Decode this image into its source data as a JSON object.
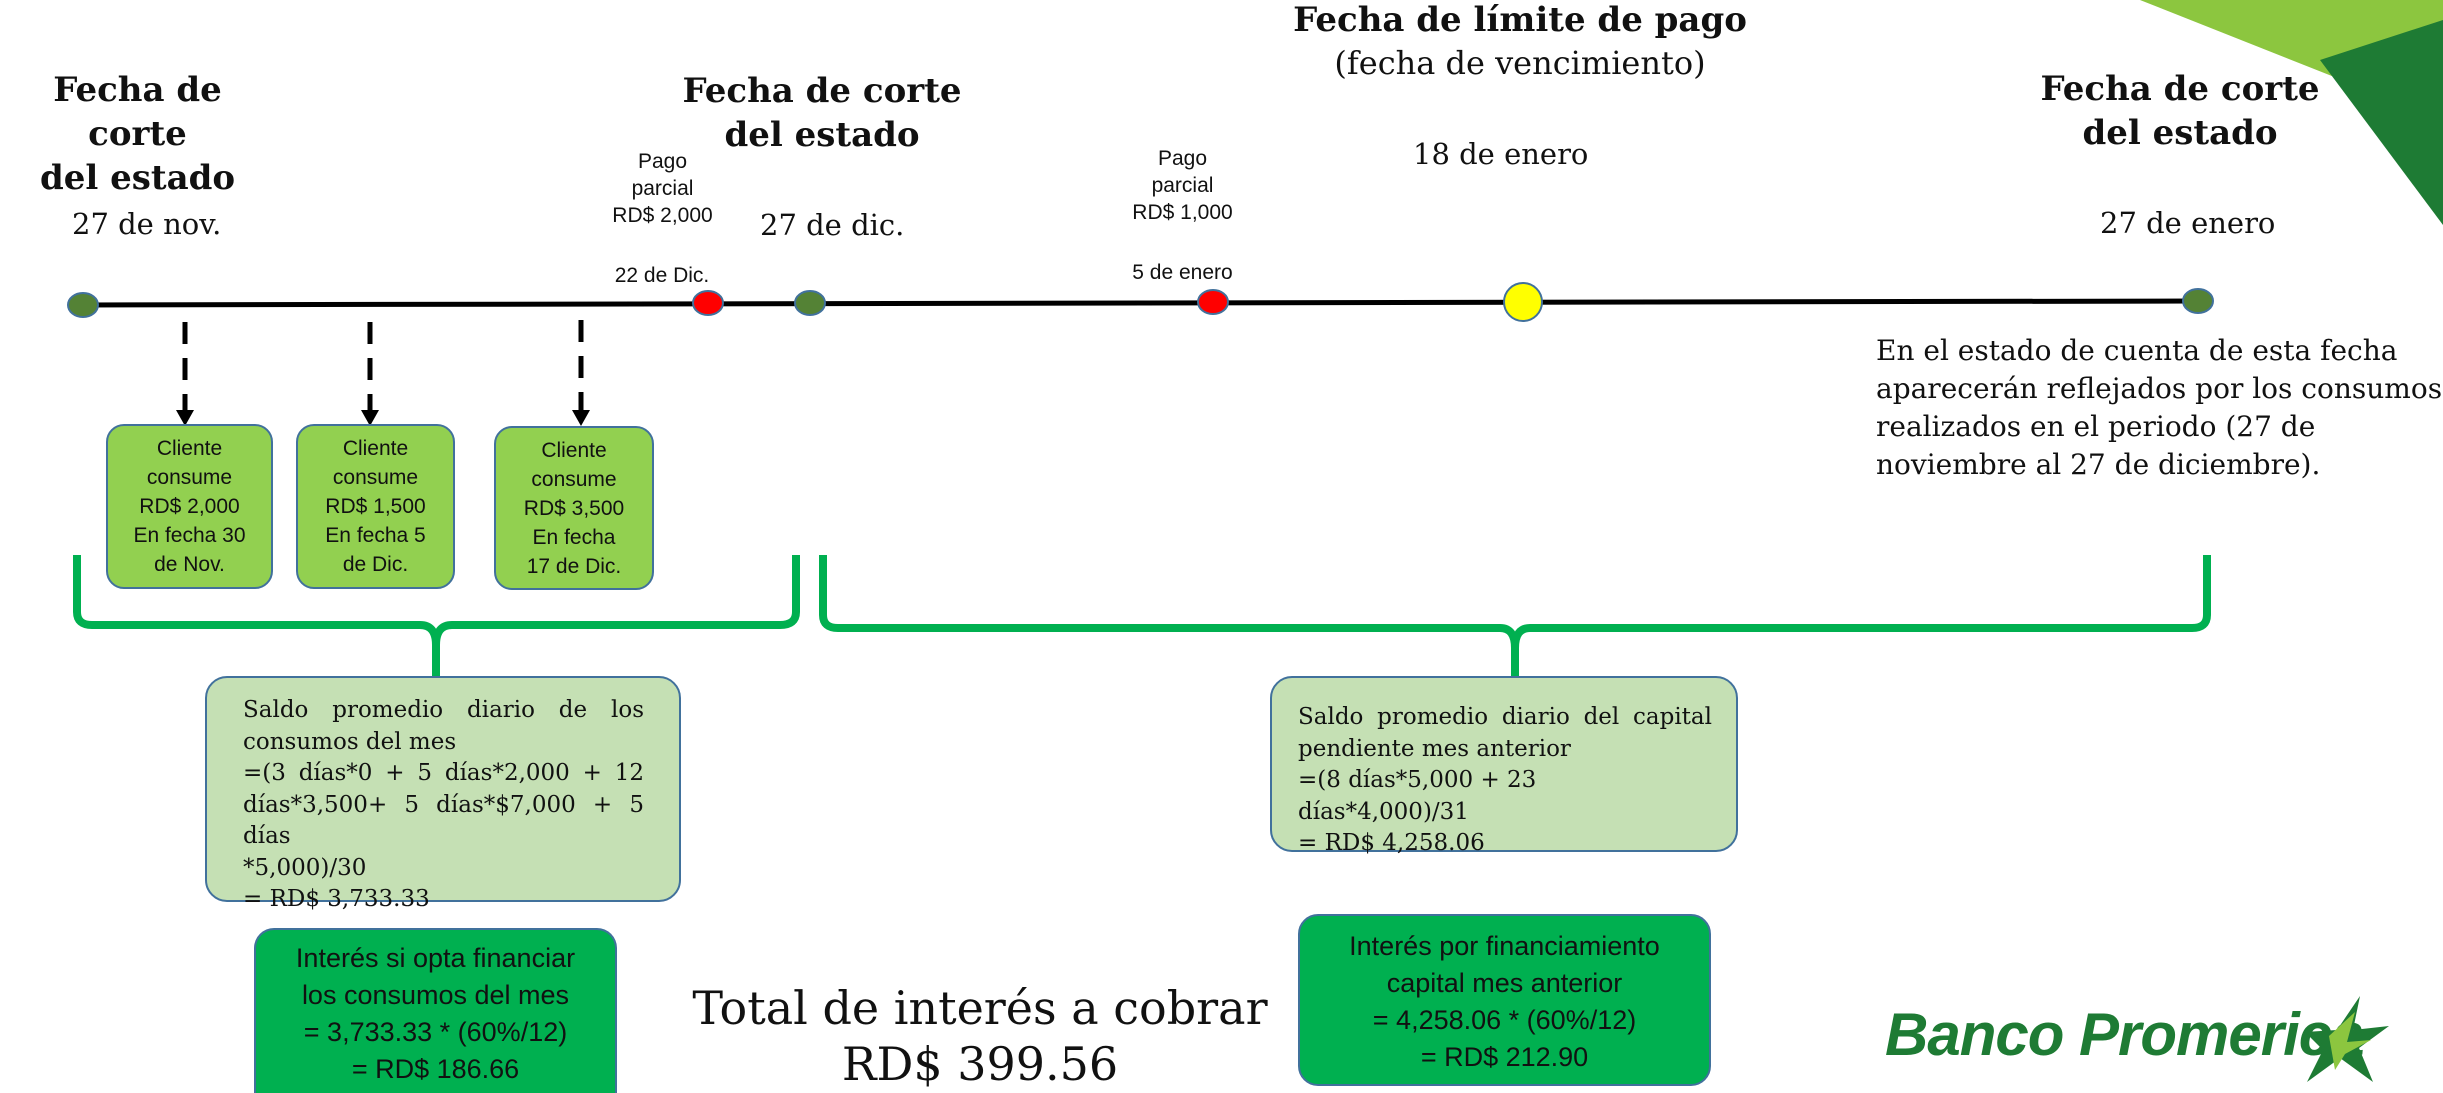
{
  "headers": {
    "left": [
      "Fecha de corte",
      "del estado"
    ],
    "middle": [
      "Fecha de corte",
      "del estado"
    ],
    "due_bold": "Fecha de límite de pago",
    "due_sub": "(fecha de vencimiento)",
    "right": [
      "Fecha de corte",
      "del estado"
    ]
  },
  "dates": {
    "d1": "27 de nov.",
    "d2": "27 de dic.",
    "d3": "18 de enero",
    "d4": "27 de enero"
  },
  "payments": [
    {
      "label": [
        "Pago",
        "parcial",
        "RD$ 2,000"
      ],
      "date": "22 de Dic."
    },
    {
      "label": [
        "Pago",
        "parcial",
        "RD$ 1,000"
      ],
      "date": "5 de enero"
    }
  ],
  "purchases": [
    {
      "lines": [
        "Cliente",
        "consume",
        "RD$ 2,000",
        "En fecha 30",
        "de Nov."
      ]
    },
    {
      "lines": [
        "Cliente",
        "consume",
        "RD$ 1,500",
        "En fecha 5",
        "de Dic."
      ]
    },
    {
      "lines": [
        "Cliente",
        "consume",
        "RD$ 3,500",
        "En fecha",
        "17 de Dic."
      ]
    }
  ],
  "note": [
    "En el estado de cuenta de esta fecha",
    "aparecerán reflejados por los consumos",
    "realizados en el periodo (27 de",
    "noviembre al 27 de diciembre)."
  ],
  "calc_left": [
    "Saldo promedio diario  de los",
    "consumos del mes",
    "=(3 días*0 + 5 días*2,000 + 12",
    "días*3,500+ 5 días*$7,000 + 5 días",
    "*5,000)/30",
    "= RD$ 3,733.33"
  ],
  "calc_right": [
    "Saldo promedio diario  del capital",
    "pendiente mes anterior",
    "=(8 días*5,000 + 23 días*4,000)/31",
    "= RD$ 4,258.06"
  ],
  "interest_left": [
    "Interés si opta financiar",
    "los consumos del mes",
    "= 3,733.33 * (60%/12)",
    "= RD$ 186.66"
  ],
  "interest_right": [
    "Interés por financiamiento",
    "capital mes anterior",
    "= 4,258.06 * (60%/12)",
    "= RD$ 212.90"
  ],
  "total": [
    "Total de interés a cobrar",
    "RD$ 399.56"
  ],
  "logo_text": "Banco Promerica",
  "colors": {
    "timeline": "#000000",
    "cut_dot": "#548235",
    "payment_dot": "#ff0000",
    "due_dot": "#ffff00",
    "purchase_box": "#92d050",
    "calc_box": "#c5e0b4",
    "interest_box": "#00b050",
    "bracket": "#00b050",
    "brand_green": "#1e7b34"
  },
  "icons": [
    "promerica-star-icon"
  ]
}
